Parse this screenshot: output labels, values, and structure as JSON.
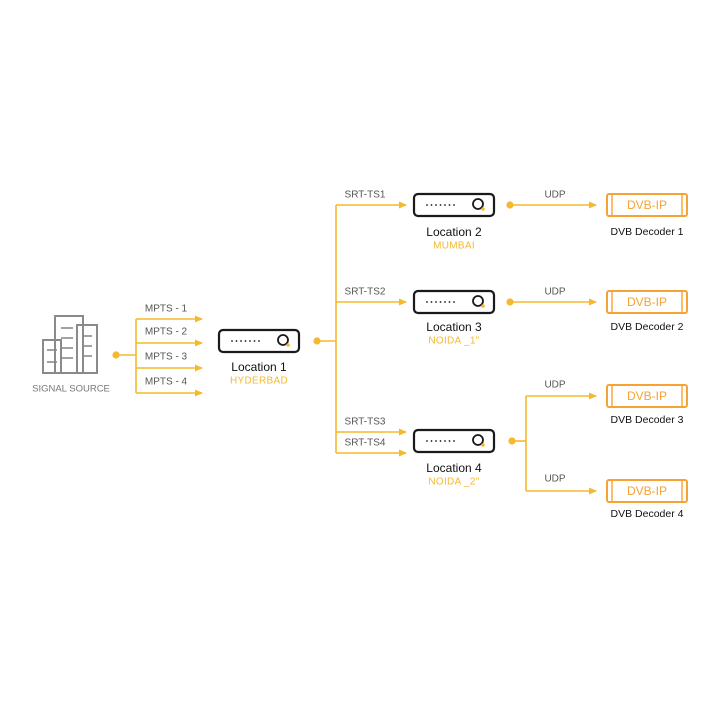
{
  "colors": {
    "accent": "#F5B82E",
    "dvb": "#F7A234",
    "device": "#1a1a1a",
    "building": "#8a8a8a"
  },
  "source": {
    "label": "SIGNAL SOURCE",
    "icon": "building-icon"
  },
  "mpts": [
    "MPTS - 1",
    "MPTS - 2",
    "MPTS - 3",
    "MPTS - 4"
  ],
  "locations": [
    {
      "name": "Location 1",
      "city": "HYDERBAD"
    },
    {
      "name": "Location 2",
      "city": "MUMBAI"
    },
    {
      "name": "Location 3",
      "city": "NOIDA _1\""
    },
    {
      "name": "Location 4",
      "city": "NOIDA _2\""
    }
  ],
  "srt": [
    "SRT-TS1",
    "SRT-TS2",
    "SRT-TS3",
    "SRT-TS4"
  ],
  "udp_label": "UDP",
  "dvb_label": "DVB-IP",
  "decoders": [
    "DVB Decoder 1",
    "DVB Decoder 2",
    "DVB Decoder 3",
    "DVB Decoder 4"
  ]
}
